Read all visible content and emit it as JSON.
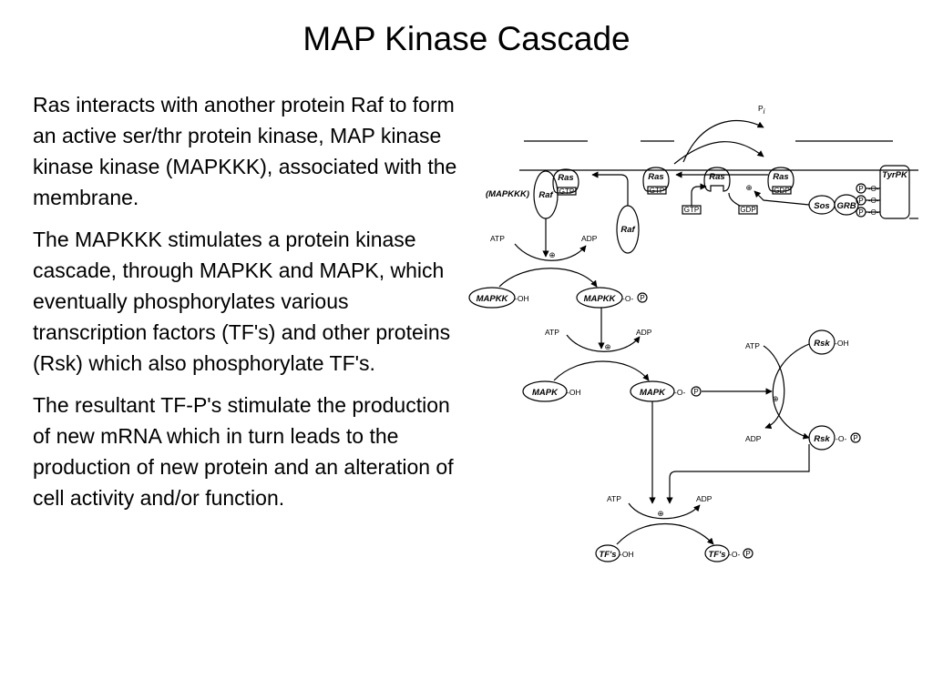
{
  "slide": {
    "title": "MAP Kinase Cascade",
    "paragraphs": [
      "Ras interacts with another protein Raf to form an active ser/thr protein kinase, MAP kinase kinase kinase (MAPKKK), associated with the membrane.",
      "The MAPKKK stimulates a protein kinase cascade, through MAPKK and MAPK, which eventually phosphorylates various transcription factors (TF's) and other proteins (Rsk) which also phosphorylate TF's.",
      "The resultant TF-P's stimulate the production of new mRNA which in turn leads to the production of new protein and an alteration of cell activity and/or function."
    ]
  },
  "diagram": {
    "pi": "P",
    "pi_sub": "i",
    "ras": "Ras",
    "raf": "Raf",
    "mapkkk_label": "(MAPKKK)",
    "gtp": "GTP",
    "gdp": "GDP",
    "tyrpk": "TyrPK",
    "sos": "Sos",
    "grb": "GRB",
    "p": "P",
    "atp": "ATP",
    "adp": "ADP",
    "plus": "⊕",
    "mapkk": "MAPKK",
    "mapk": "MAPK",
    "rsk": "Rsk",
    "tfs": "TF's",
    "oh": "-OH",
    "o": "-O-"
  }
}
